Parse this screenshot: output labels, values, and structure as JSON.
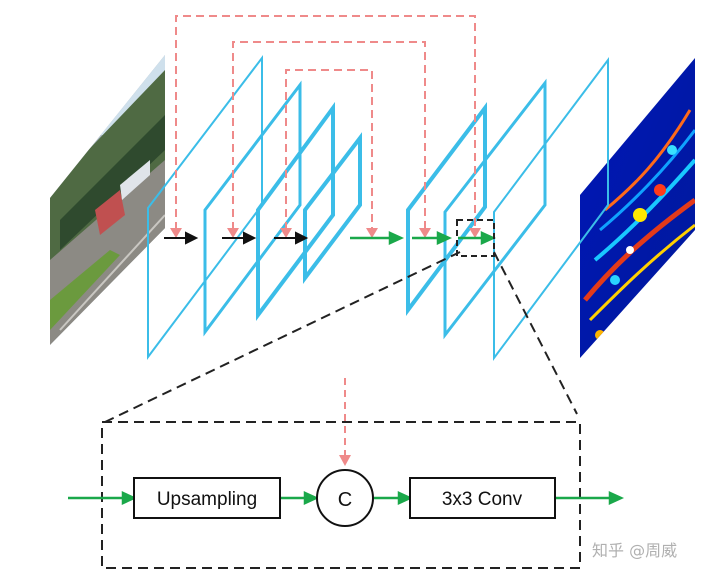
{
  "colors": {
    "layer": "#3bbde8",
    "skip": "#ef8a8a",
    "flow": "#1aa84a",
    "encoder_arrow": "#111111",
    "box": "#111111"
  },
  "pipeline": {
    "input_image": "road-scene-photo",
    "output_image": "heatmap-prediction"
  },
  "detail": {
    "upsampling_label": "Upsampling",
    "concat_label": "C",
    "conv_label": "3x3 Conv"
  },
  "watermark": "知乎 @周威"
}
